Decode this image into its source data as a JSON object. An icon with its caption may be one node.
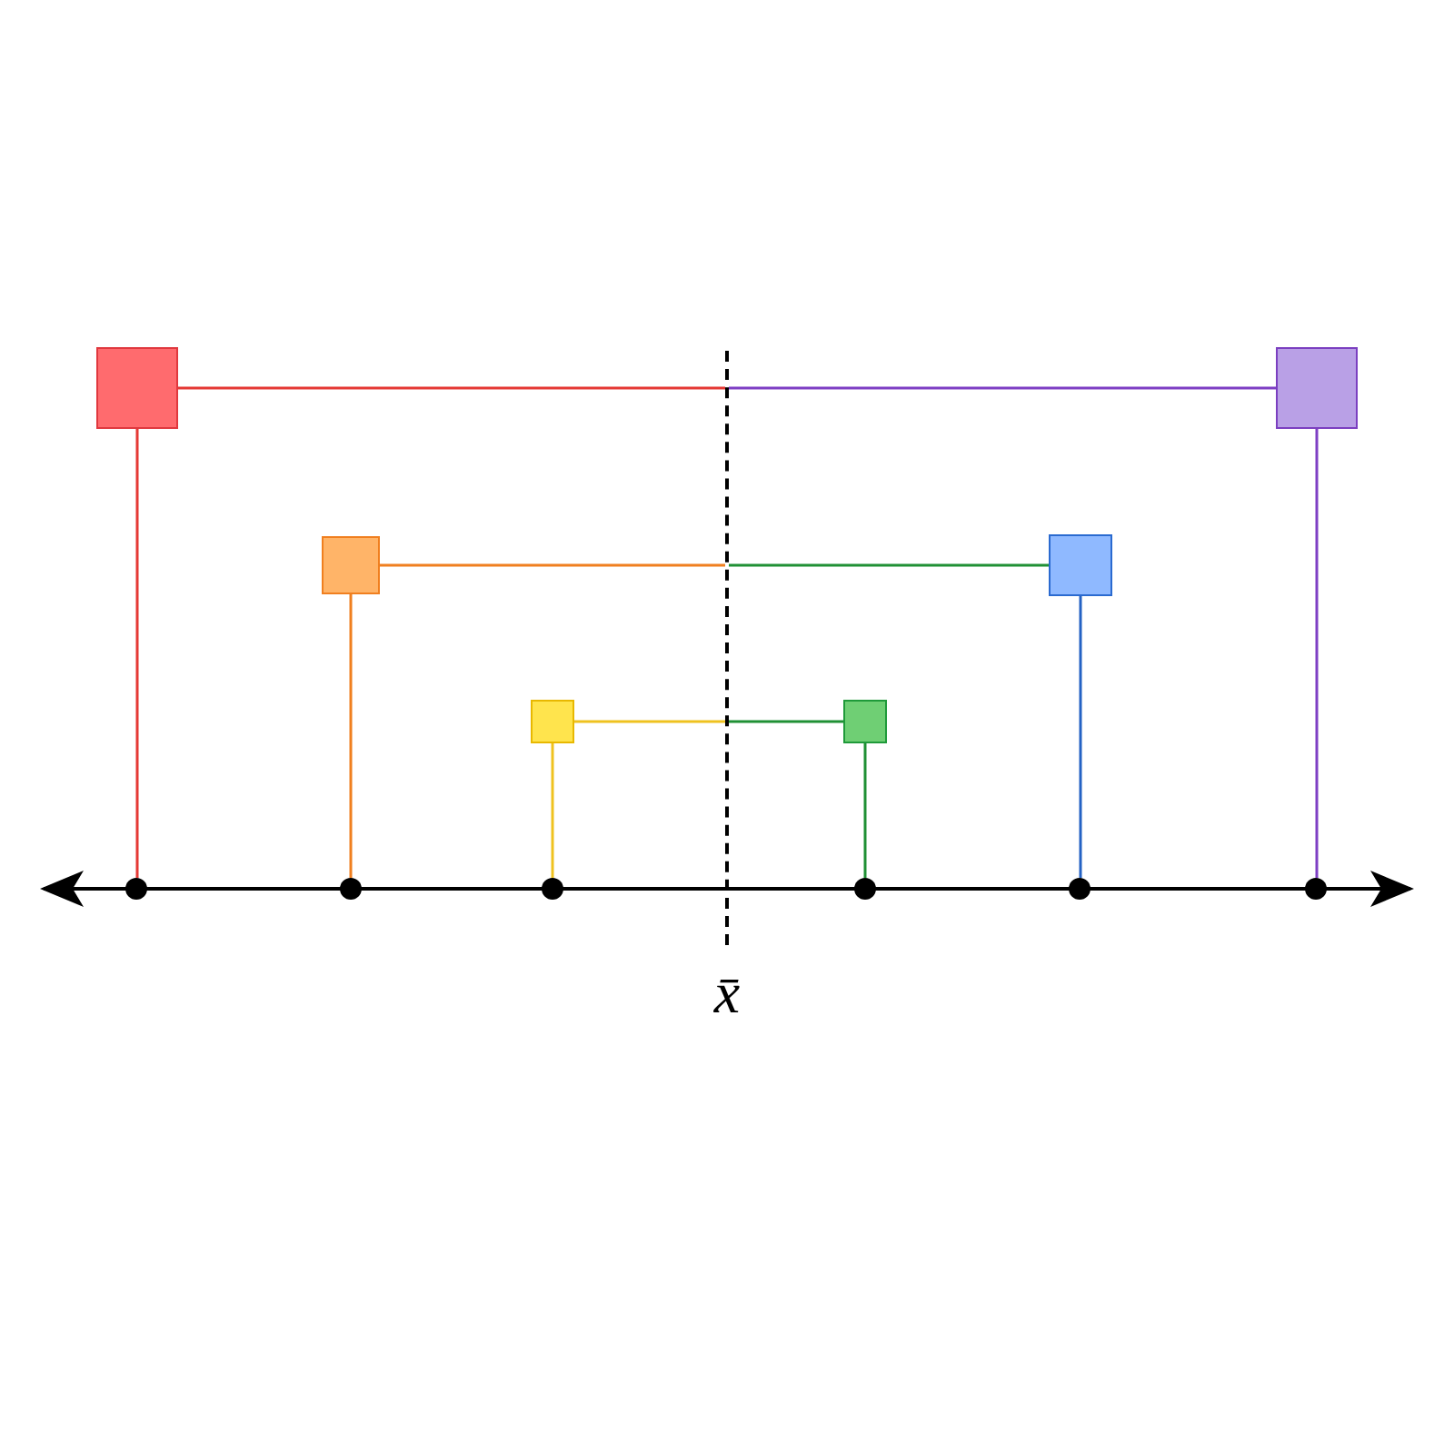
{
  "diagram": {
    "nodes": [
      {
        "text": [],
        "shape": "box"
      },
      {
        "text": [],
        "shape": "box"
      },
      {
        "text": [],
        "shape": "box"
      },
      {
        "text": [],
        "shape": "box"
      },
      {
        "text": [],
        "shape": "box"
      },
      {
        "text": [],
        "shape": "box"
      },
      {
        "text": [],
        "shape": "line",
        "beside": [
          "x̄"
        ]
      },
      {
        "text": [],
        "shape": "circle"
      },
      {
        "text": [],
        "shape": "circle"
      },
      {
        "text": [],
        "shape": "circle"
      },
      {
        "text": [],
        "shape": "circle"
      },
      {
        "text": [],
        "shape": "circle"
      },
      {
        "text": [],
        "shape": "circle"
      }
    ],
    "edges": [
      {
        "from": 0,
        "to": 6,
        "arrow": "none",
        "color": "#e53935"
      },
      {
        "from": 1,
        "to": 6,
        "arrow": "none",
        "color": "#7e3fc4"
      },
      {
        "from": 2,
        "to": 6,
        "arrow": "none",
        "color": "#f07f1f"
      },
      {
        "from": 3,
        "to": 6,
        "arrow": "none",
        "color": "#1f9034"
      },
      {
        "from": 4,
        "to": 6,
        "arrow": "none",
        "color": "#efc21f"
      },
      {
        "from": 5,
        "to": 6,
        "arrow": "none",
        "color": "#1f9034"
      },
      {
        "from": 0,
        "to": 7,
        "arrow": "none",
        "color": "#e53935"
      },
      {
        "from": 2,
        "to": 8,
        "arrow": "none",
        "color": "#f07f1f"
      },
      {
        "from": 4,
        "to": 9,
        "arrow": "none",
        "color": "#efc21f"
      },
      {
        "from": 5,
        "to": 10,
        "arrow": "none",
        "color": "#1f9034"
      },
      {
        "from": 3,
        "to": 11,
        "arrow": "none",
        "color": "#2462c4"
      },
      {
        "from": 1,
        "to": 12,
        "arrow": "none",
        "color": "#7e3fc4"
      }
    ]
  }
}
